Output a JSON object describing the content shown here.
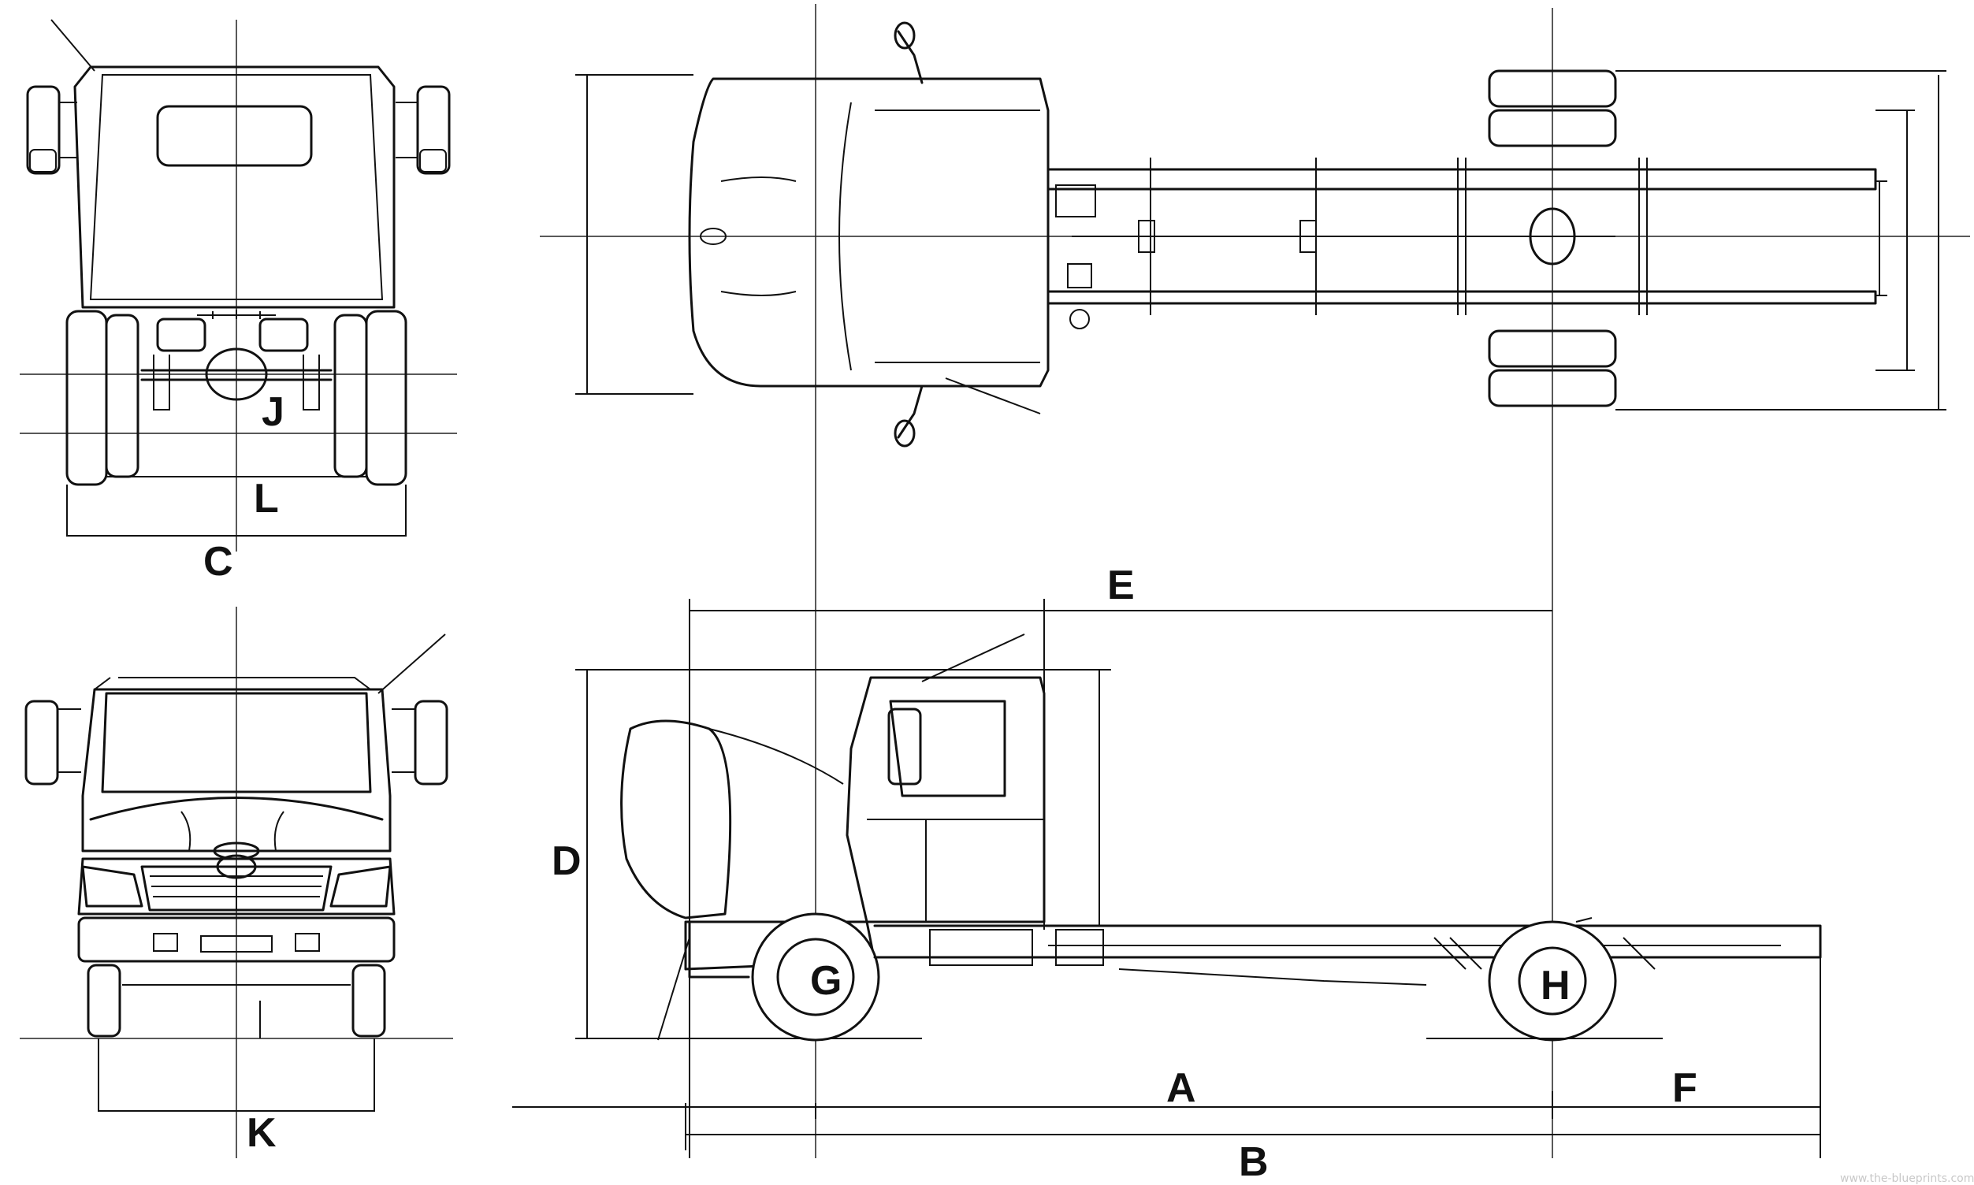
{
  "dimension_labels": {
    "A": "A",
    "B": "B",
    "C": "C",
    "D": "D",
    "E": "E",
    "F": "F",
    "G": "G",
    "H": "H",
    "J": "J",
    "K": "K",
    "L": "L"
  },
  "watermark": "www.the-blueprints.com",
  "colors": {
    "ink": "#111111",
    "paper": "#ffffff"
  }
}
